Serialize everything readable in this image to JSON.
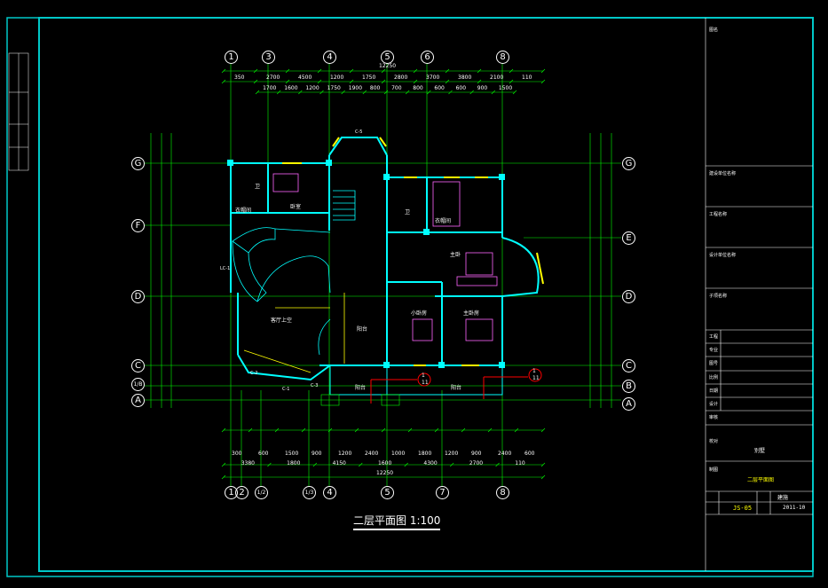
{
  "drawing": {
    "title": "二层平面图 1:100",
    "axes_top": [
      "1",
      "3",
      "4",
      "5",
      "6",
      "8"
    ],
    "axes_bottom": [
      "1",
      "2",
      "1/2",
      "1/3",
      "4",
      "5",
      "7",
      "8"
    ],
    "axes_left": [
      "G",
      "F",
      "D",
      "C",
      "1/B",
      "A"
    ],
    "axes_right": [
      "G",
      "E",
      "D",
      "C",
      "B",
      "A"
    ],
    "rooms": [
      "卧室",
      "卫",
      "衣帽间",
      "卫",
      "主卧",
      "客厅上空",
      "阳台",
      "小卧房",
      "主卧房",
      "阳台",
      "阳台",
      "衣帽间"
    ],
    "top_dims_overall": "12250",
    "top_dims_row1": [
      "350",
      "2700",
      "4500",
      "1200",
      "1750",
      "2800",
      "3700",
      "3800",
      "2100",
      "110"
    ],
    "top_dims_row2": [
      "1700",
      "1600",
      "1200",
      "1750",
      "1900",
      "800",
      "700",
      "800",
      "600",
      "600",
      "900",
      "1500"
    ],
    "bottom_dims_row1": [
      "300",
      "600",
      "1500",
      "900",
      "1200",
      "2400",
      "1000",
      "1800",
      "1200",
      "900",
      "2400",
      "600"
    ],
    "bottom_dims_row2": [
      "3380",
      "1800",
      "4150",
      "1600",
      "4300",
      "2700",
      "110"
    ],
    "bottom_dims_overall": "12250",
    "window_labels": [
      "C-5",
      "C-1",
      "C-2",
      "LC-1",
      "C-3"
    ],
    "callouts": [
      "1",
      "11",
      "1",
      "11"
    ]
  },
  "title_block": {
    "fields": [
      "图名",
      "建设单位名称",
      "工程名称",
      "设计单位名称",
      "子项名称",
      "工程",
      "专业",
      "图号",
      "比例",
      "日期",
      "设计",
      "审核",
      "校对",
      "制图"
    ],
    "project_label": "别墅",
    "sheet_name": "二层平面图",
    "sheet_no": "JS-05",
    "date": "2011-10",
    "extra": "建施"
  },
  "colors": {
    "background": "#000000",
    "frame": "#00c8c8",
    "wall": "#00ffff",
    "dim": "#00ff00",
    "text": "#ffffff",
    "highlight": "#ffff00",
    "section": "#ff0000",
    "furniture": "#ff00ff"
  }
}
